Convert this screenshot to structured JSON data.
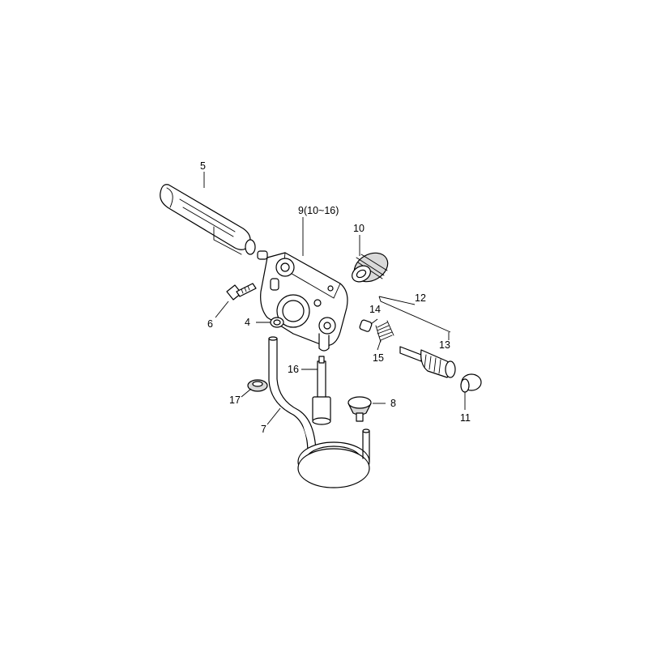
{
  "callouts": {
    "c5": "5",
    "c9": "9(10~16)",
    "c10": "10",
    "c12": "12",
    "c14": "14",
    "c13": "13",
    "c15": "15",
    "c6": "6",
    "c4": "4",
    "c16": "16",
    "c8": "8",
    "c17": "17",
    "c7": "7",
    "c11": "11"
  }
}
